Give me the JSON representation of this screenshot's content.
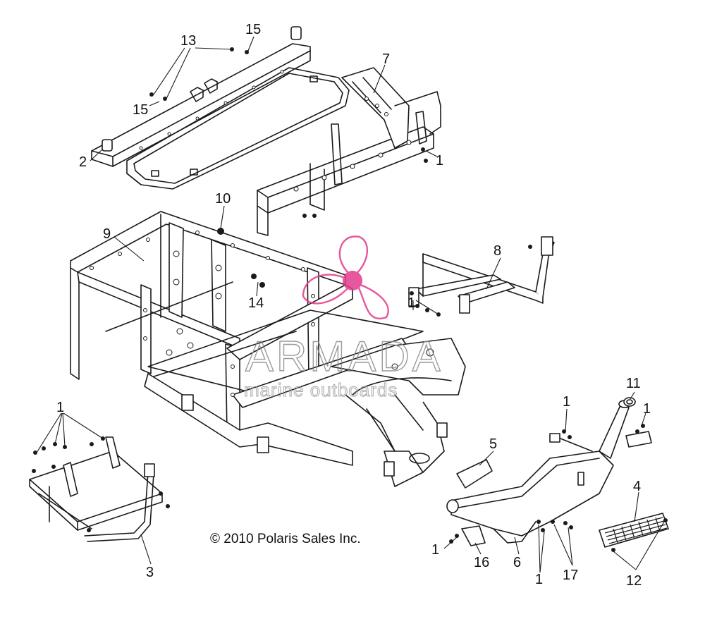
{
  "callouts": {
    "c1a": "1",
    "c1b": "1",
    "c1c": "1",
    "c1d": "1",
    "c1e": "1",
    "c1f": "1",
    "c1g": "1",
    "c2": "2",
    "c3": "3",
    "c4": "4",
    "c5": "5",
    "c6": "6",
    "c7": "7",
    "c8": "8",
    "c9": "9",
    "c10": "10",
    "c11": "11",
    "c12": "12",
    "c13": "13",
    "c14": "14",
    "c15a": "15",
    "c15b": "15",
    "c16": "16",
    "c17": "17"
  },
  "copyright": "© 2010 Polaris Sales Inc.",
  "watermark": {
    "name": "ARMADA",
    "tagline": "marine outboards",
    "color": "#e23a8c"
  }
}
